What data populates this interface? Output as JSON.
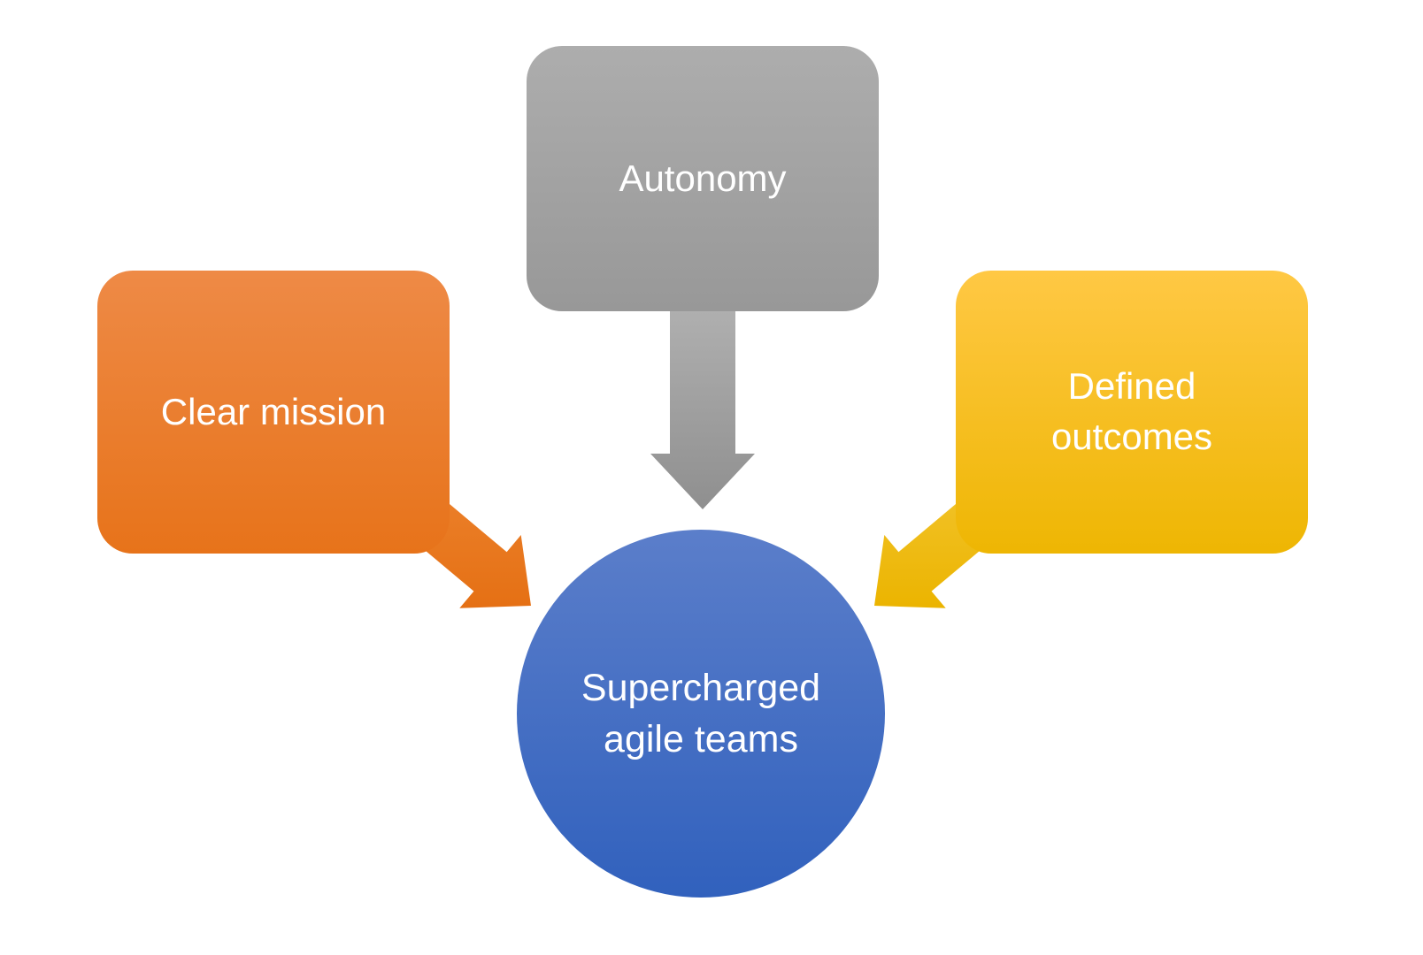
{
  "diagram": {
    "background_color": "#ffffff",
    "text_color": "#ffffff",
    "nodes": {
      "left": {
        "label": "Clear mission",
        "shape": "rounded-rectangle",
        "position": "left",
        "gradient_top": "#ee8a46",
        "gradient_bottom": "#e7731a",
        "arrow_gradient_top": "#ee8734",
        "arrow_gradient_bottom": "#e57014",
        "arrow_direction": "down-right"
      },
      "top": {
        "label": "Autonomy",
        "shape": "rounded-rectangle",
        "position": "top",
        "gradient_top": "#adadad",
        "gradient_bottom": "#989898",
        "arrow_gradient_top": "#b0b0b0",
        "arrow_gradient_bottom": "#8f8f8f",
        "arrow_direction": "down"
      },
      "right": {
        "label": "Defined outcomes",
        "shape": "rounded-rectangle",
        "position": "right",
        "gradient_top": "#ffc844",
        "gradient_bottom": "#eeb603",
        "arrow_gradient_top": "#f5c93b",
        "arrow_gradient_bottom": "#ebb400",
        "arrow_direction": "down-left"
      },
      "center": {
        "label": "Supercharged agile teams",
        "shape": "circle",
        "position": "center",
        "gradient_top": "#5b7eca",
        "gradient_bottom": "#3161bd"
      }
    }
  }
}
